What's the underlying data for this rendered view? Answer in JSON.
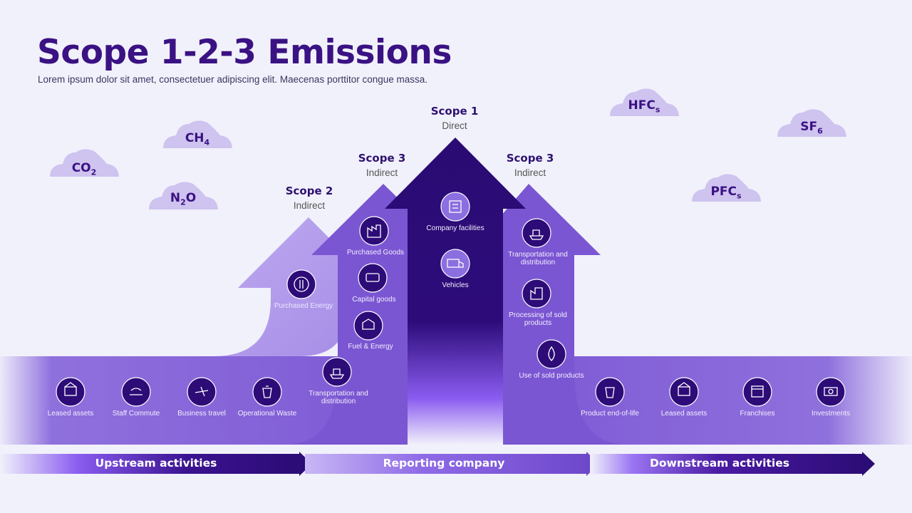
{
  "title": "Scope 1-2-3 Emissions",
  "subtitle": "Lorem ipsum dolor sit amet, consectetuer adipiscing elit. Maecenas porttitor congue massa.",
  "scopes": {
    "scope1": {
      "title": "Scope 1",
      "subtitle": "Direct"
    },
    "scope2": {
      "title": "Scope 2",
      "subtitle": "Indirect"
    },
    "scope3_up": {
      "title": "Scope 3",
      "subtitle": "Indirect"
    },
    "scope3_down": {
      "title": "Scope 3",
      "subtitle": "Indirect"
    }
  },
  "gases": {
    "co2": {
      "name": "CO",
      "sub": "2"
    },
    "ch4": {
      "name": "CH",
      "sub": "4"
    },
    "n2o": {
      "pre": "N",
      "sub": "2",
      "post": "O"
    },
    "hfcs": {
      "name": "HFC",
      "sub": "s"
    },
    "sf6": {
      "name": "SF",
      "sub": "6"
    },
    "pfcs": {
      "name": "PFC",
      "sub": "s"
    }
  },
  "items": {
    "leased_assets_up": {
      "label": "Leased assets",
      "icon": "building-icon"
    },
    "staff_commute": {
      "label": "Staff Commute",
      "icon": "commute-icon"
    },
    "business_travel": {
      "label": "Business travel",
      "icon": "airplane-icon"
    },
    "operational_waste": {
      "label": "Operational Waste",
      "icon": "trash-icon"
    },
    "transport_up": {
      "label": "Transportation and distribution",
      "icon": "ship-icon"
    },
    "fuel_energy": {
      "label": "Fuel & Energy",
      "icon": "fuel-icon"
    },
    "capital_goods": {
      "label": "Capital goods",
      "icon": "bus-icon"
    },
    "purchased_goods": {
      "label": "Purchased Goods",
      "icon": "factory-icon"
    },
    "purchased_energy": {
      "label": "Purchased Energy",
      "icon": "energy-icon"
    },
    "company_facilities": {
      "label": "Company facilities",
      "icon": "office-icon"
    },
    "vehicles": {
      "label": "Vehicles",
      "icon": "truck-icon"
    },
    "transport_down": {
      "label": "Transportation and distribution",
      "icon": "ship-icon"
    },
    "processing_sold": {
      "label": "Processing of sold products",
      "icon": "plant-icon"
    },
    "use_sold": {
      "label": "Use of sold products",
      "icon": "drop-icon"
    },
    "end_of_life": {
      "label": "Product end-of-life",
      "icon": "recycle-bin-icon"
    },
    "leased_assets_down": {
      "label": "Leased assets",
      "icon": "building-icon"
    },
    "franchises": {
      "label": "Franchises",
      "icon": "store-icon"
    },
    "investments": {
      "label": "Investments",
      "icon": "money-icon"
    }
  },
  "bottom": {
    "upstream": "Upstream activities",
    "reporting": "Reporting company",
    "downstream": "Downstream activities"
  },
  "colors": {
    "deep": "#2a0b73",
    "mid": "#6c45c9",
    "light": "#a48be6",
    "cloud": "#cfc3ef",
    "text": "#3a1283"
  }
}
